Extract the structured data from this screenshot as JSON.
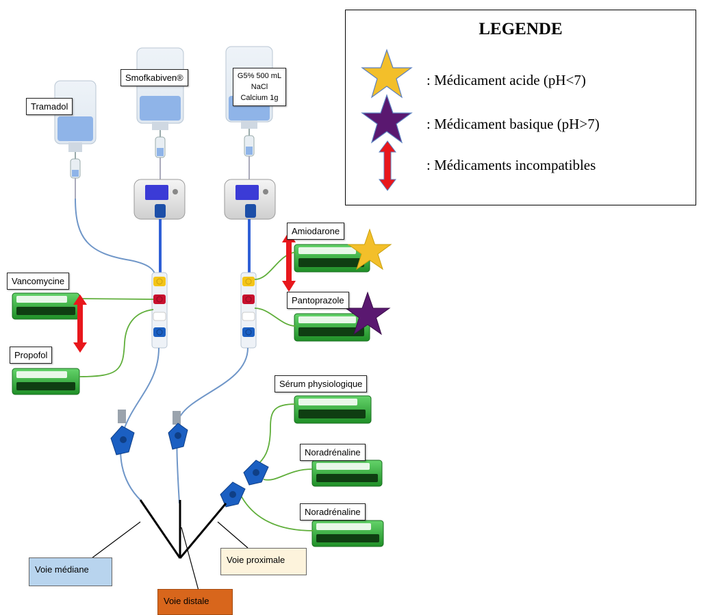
{
  "bags": [
    {
      "id": "tramadol",
      "label": "Tramadol"
    },
    {
      "id": "smofkabiven",
      "label": "Smofkabiven®"
    },
    {
      "id": "g5",
      "lines": [
        "G5% 500 mL",
        "NaCl",
        "Calcium 1g"
      ]
    }
  ],
  "syringes": [
    {
      "id": "vancomycine",
      "label": "Vancomycine"
    },
    {
      "id": "propofol",
      "label": "Propofol"
    },
    {
      "id": "amiodarone",
      "label": "Amiodarone"
    },
    {
      "id": "pantoprazole",
      "label": "Pantoprazole"
    },
    {
      "id": "serum",
      "label": "Sérum physiologique"
    },
    {
      "id": "noradrenaline-1",
      "label": "Noradrénaline"
    },
    {
      "id": "noradrenaline-2",
      "label": "Noradrénaline"
    }
  ],
  "ways": {
    "mediane": {
      "label": "Voie médiane",
      "color": "#b8d4ee"
    },
    "distale": {
      "label": "Voie distale",
      "color": "#d8661c"
    },
    "proximale": {
      "label": "Voie proximale",
      "color": "#fdf3dc"
    }
  },
  "legend": {
    "title": "LEGENDE",
    "items": [
      {
        "icon": "yellow-star-icon",
        "color": "#f3bf2a",
        "text": ": Médicament acide (pH<7)"
      },
      {
        "icon": "purple-star-icon",
        "color": "#5a1870",
        "text": ": Médicament basique (pH>7)"
      },
      {
        "icon": "red-double-arrow-icon",
        "color": "#e8171c",
        "text": ": Médicaments incompatibles"
      }
    ]
  },
  "colors": {
    "tube_blue": "#2f5fd6",
    "line_green": "#5fae3a",
    "line_lightblue": "#6f96c8",
    "syringe_green": "#2fae35",
    "tap_yellow": "#f4c518",
    "tap_red": "#c8102e",
    "tap_blue": "#1b5fc2",
    "incompatible_red": "#e8171c",
    "acid_yellow": "#f3bf2a",
    "basic_purple": "#5a1870"
  }
}
